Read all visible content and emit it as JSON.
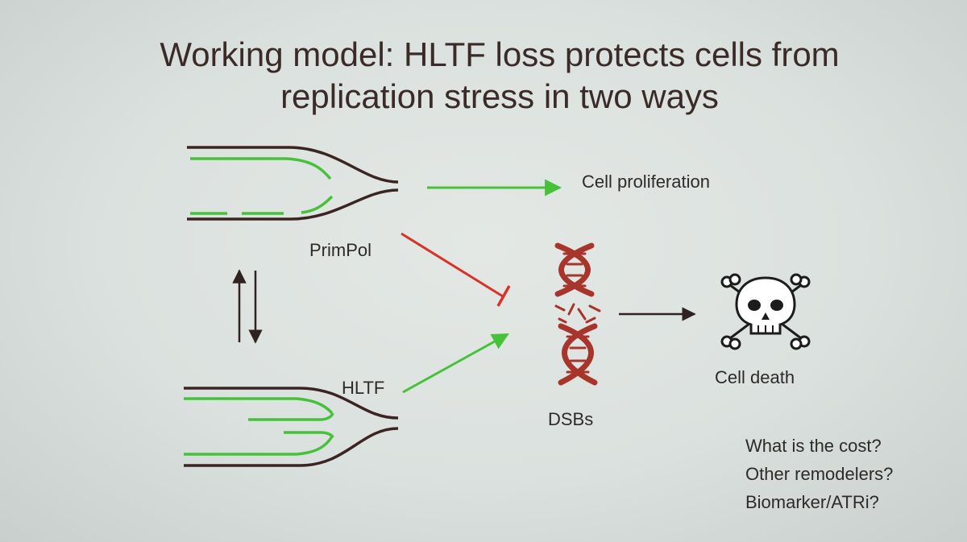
{
  "slide": {
    "title_line1": "Working model: HLTF loss protects cells from",
    "title_line2": "replication stress in two ways",
    "labels": {
      "primpol": "PrimPol",
      "hltf": "HLTF",
      "cell_proliferation": "Cell proliferation",
      "dsbs": "DSBs",
      "cell_death": "Cell death"
    },
    "questions": [
      "What is the cost?",
      "Other remodelers?",
      "Biomarker/ATRi?"
    ]
  },
  "colors": {
    "strand": "#3b2522",
    "nascent": "#46c23a",
    "inhibit": "#d8332a",
    "dna": "#a8352c"
  },
  "icons": [
    "skull-crossbones-icon",
    "dna-double-helix-icon"
  ]
}
